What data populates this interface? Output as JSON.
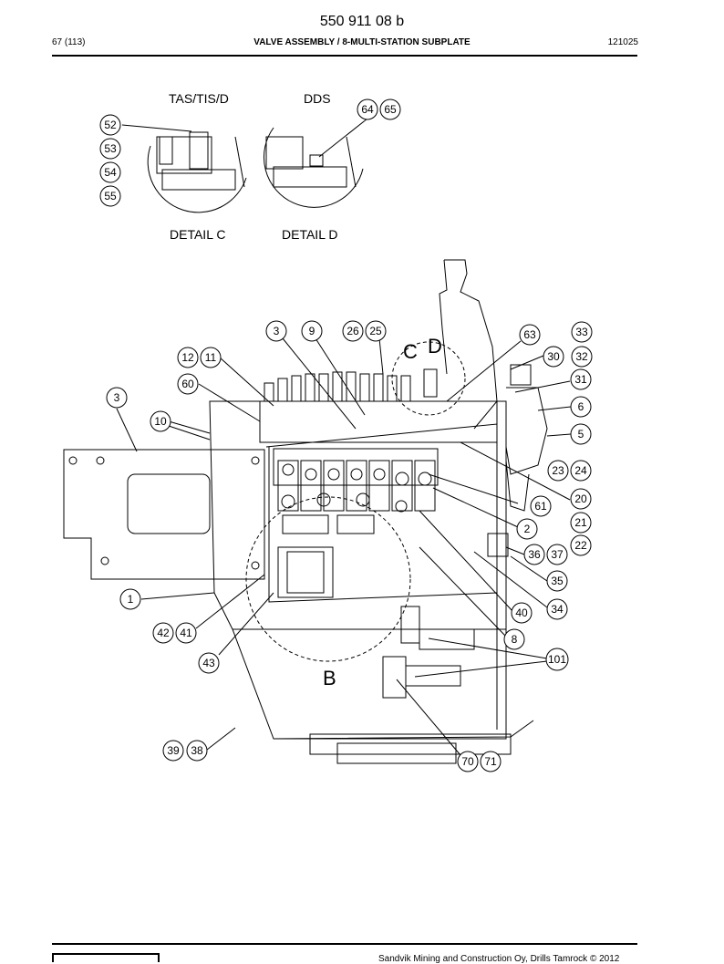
{
  "header": {
    "doc_number": "550 911 08 b",
    "page": "67 (113)",
    "title": "VALVE ASSEMBLY / 8-MULTI-STATION SUBPLATE",
    "revision": "121025"
  },
  "details": {
    "c_top_label": "TAS/TIS/D",
    "d_top_label": "DDS",
    "c_caption": "DETAIL  C",
    "d_caption": "DETAIL  D"
  },
  "view_letters": {
    "c": "C",
    "d": "D",
    "b": "B"
  },
  "callouts": [
    "52",
    "53",
    "54",
    "55",
    "64",
    "65",
    "3",
    "9",
    "26",
    "25",
    "63",
    "33",
    "12",
    "11",
    "30",
    "32",
    "60",
    "31",
    "3",
    "6",
    "10",
    "5",
    "23",
    "24",
    "20",
    "61",
    "21",
    "2",
    "22",
    "36",
    "37",
    "35",
    "1",
    "34",
    "40",
    "42",
    "41",
    "8",
    "101",
    "43",
    "39",
    "38",
    "70",
    "71"
  ],
  "footer": {
    "copyright": "Sandvik Mining and Construction Oy, Drills Tamrock © 2012"
  }
}
